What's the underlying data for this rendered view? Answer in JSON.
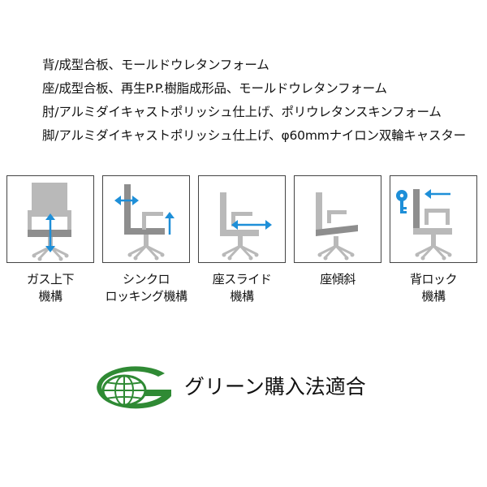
{
  "spec": {
    "lines": [
      "背/成型合板、モールドウレタンフォーム",
      "座/成型合板、再生P.P.樹脂成形品、モールドウレタンフォーム",
      "肘/アルミダイキャストポリッシュ仕上げ、ポリウレタンスキンフォーム",
      "脚/アルミダイキャストポリッシュ仕上げ、φ60mmナイロン双輪キャスター"
    ]
  },
  "features": [
    {
      "line1": "ガス上下",
      "line2": "機構",
      "icon": "gas-lift-icon"
    },
    {
      "line1": "シンクロ",
      "line2": "ロッキング機構",
      "icon": "synchro-rocking-icon"
    },
    {
      "line1": "座スライド",
      "line2": "機構",
      "icon": "seat-slide-icon"
    },
    {
      "line1": "座傾斜",
      "line2": "",
      "icon": "seat-tilt-icon"
    },
    {
      "line1": "背ロック",
      "line2": "機構",
      "icon": "back-lock-icon"
    }
  ],
  "green": {
    "logo_letter": "G",
    "label": "グリーン購入法適合"
  },
  "colors": {
    "chair_gray": "#b9b9b9",
    "chair_dark": "#8e8e8e",
    "arrow_blue": "#1e8fd8",
    "green": "#2f8a34"
  }
}
